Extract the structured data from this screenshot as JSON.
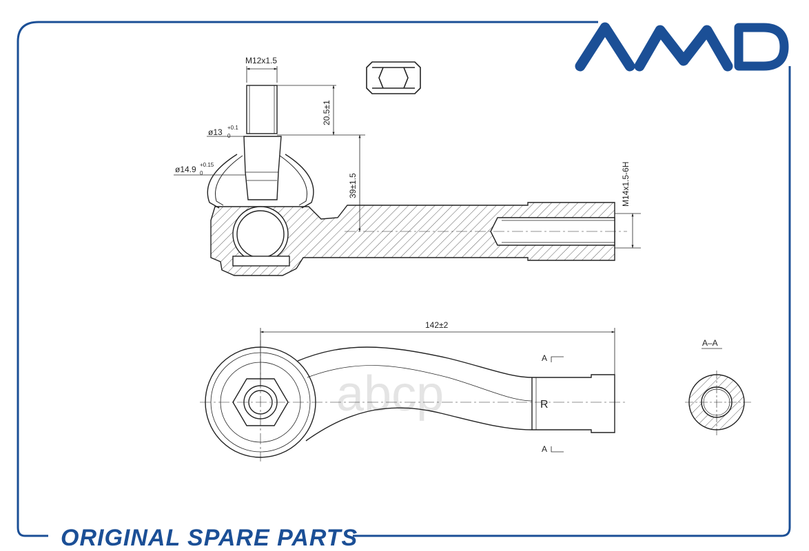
{
  "brand": {
    "logo_text": "AMD",
    "color": "#1b4f96"
  },
  "tagline": "ORIGINAL SPARE PARTS",
  "watermark": "abcp",
  "dimensions": {
    "stud_thread": "M12x1.5",
    "stud_length": "20.5±1",
    "taper_small": "ø13",
    "taper_small_tol_upper": "+0.1",
    "taper_small_tol_lower": "0",
    "taper_large": "ø14.9",
    "taper_large_tol_upper": "+0.15",
    "taper_large_tol_lower": "0",
    "height": "39±1.5",
    "inner_thread": "M14x1.5-6H",
    "overall_length": "142±2",
    "side_mark": "R"
  },
  "section": {
    "title": "A–A",
    "marker": "A"
  }
}
